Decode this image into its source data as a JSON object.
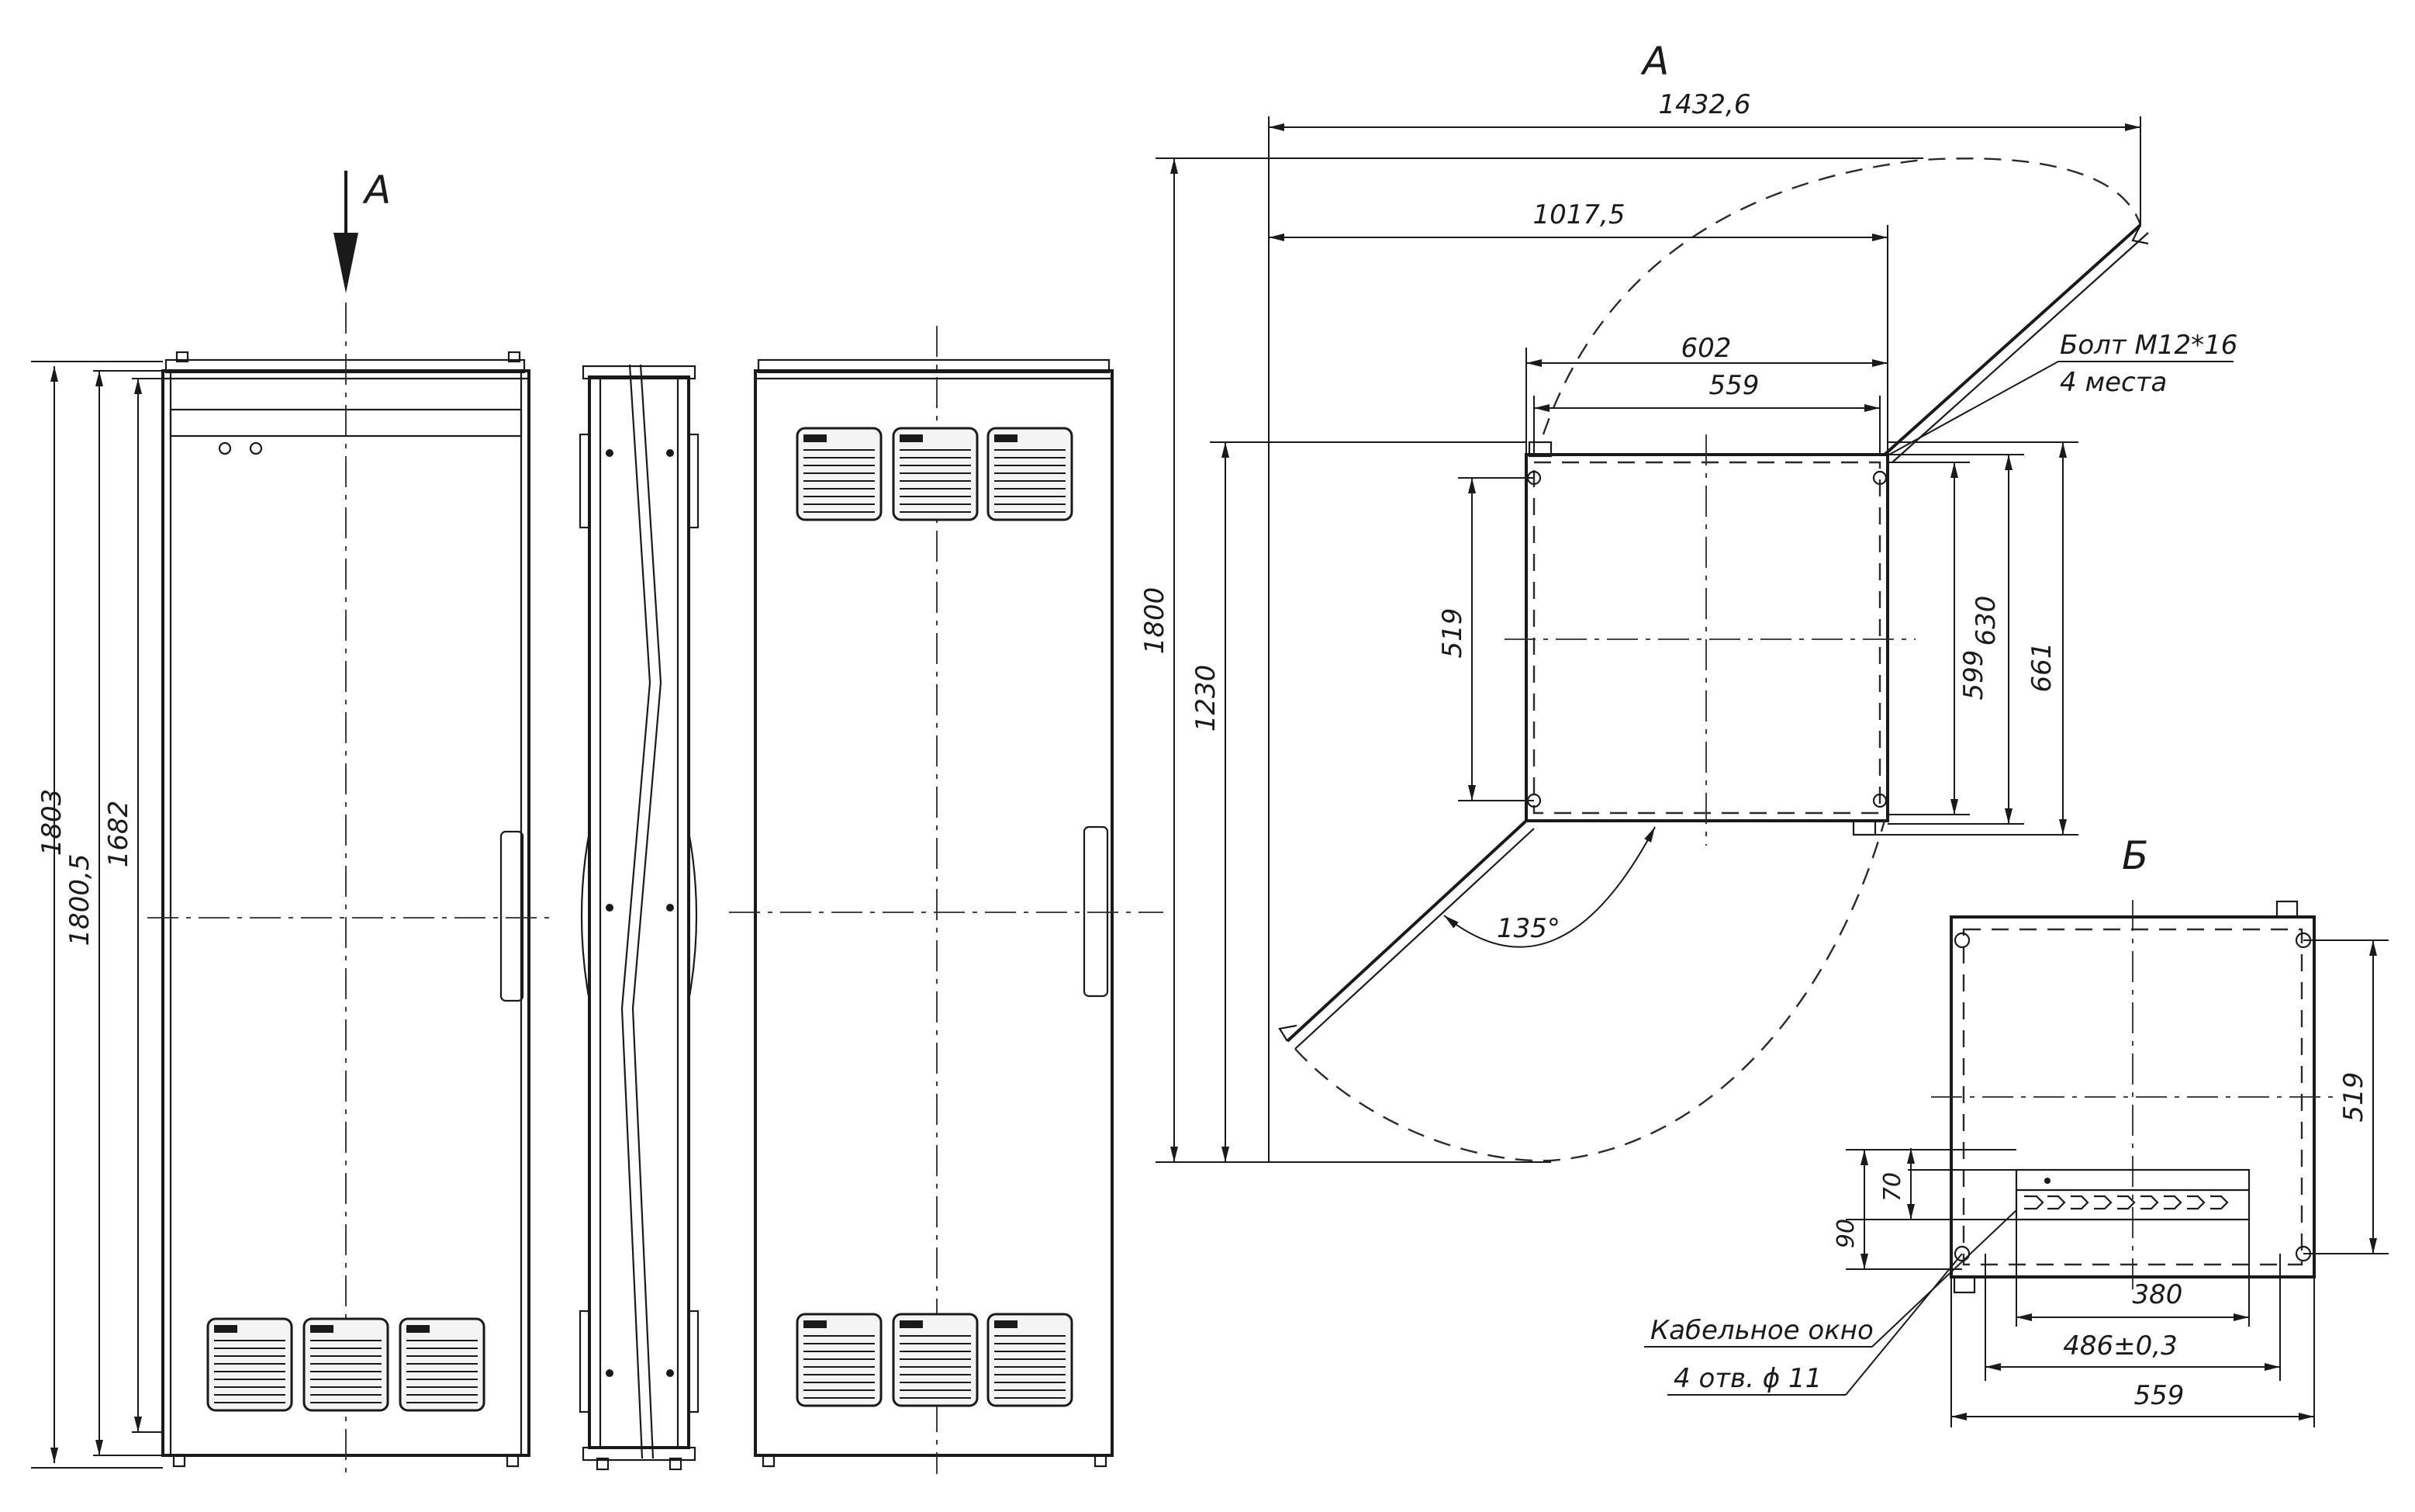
{
  "views": {
    "view_a_arrow": "А",
    "plan_title": "А",
    "bottom_title": "Б"
  },
  "front_view": {
    "dim_total_height": "1803",
    "dim_height_2": "1800,5",
    "dim_door_height": "1682"
  },
  "plan_view": {
    "dim_door_swing_width": "1432,6",
    "dim_open_width": "1017,5",
    "dim_outer_width": "602",
    "dim_inner_width": "559",
    "dim_total_depth": "1800",
    "dim_depth_1230": "1230",
    "dim_hole_spacing": "519",
    "dim_599": "599",
    "dim_630": "630",
    "dim_661": "661",
    "angle_label": "135°",
    "bolt_note_1": "Болт  М12*16",
    "bolt_note_2": "4 места"
  },
  "bottom_view": {
    "dim_hole_spacing": "519",
    "dim_70": "70",
    "dim_90": "90",
    "dim_380": "380",
    "dim_486": "486±0,3",
    "dim_559": "559",
    "note_cable_window": "Кабельное окно",
    "note_holes": "4 отв. ϕ 11"
  }
}
